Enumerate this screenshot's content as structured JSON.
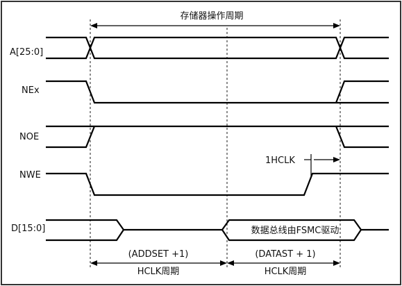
{
  "diagram": {
    "title": "存储器操作周期",
    "signals": {
      "addr": "A[25:0]",
      "nex": "NEx",
      "noe": "NOE",
      "nwe": "NWE",
      "data": "D[15:0]"
    },
    "hclk_label": "1HCLK",
    "data_bus_label": "数据总线由FSMC驱动",
    "phase1": {
      "top": "(ADDSET +1)",
      "bottom": "HCLK周期"
    },
    "phase2": {
      "top": "(DATAST + 1)",
      "bottom": "HCLK周期"
    }
  }
}
